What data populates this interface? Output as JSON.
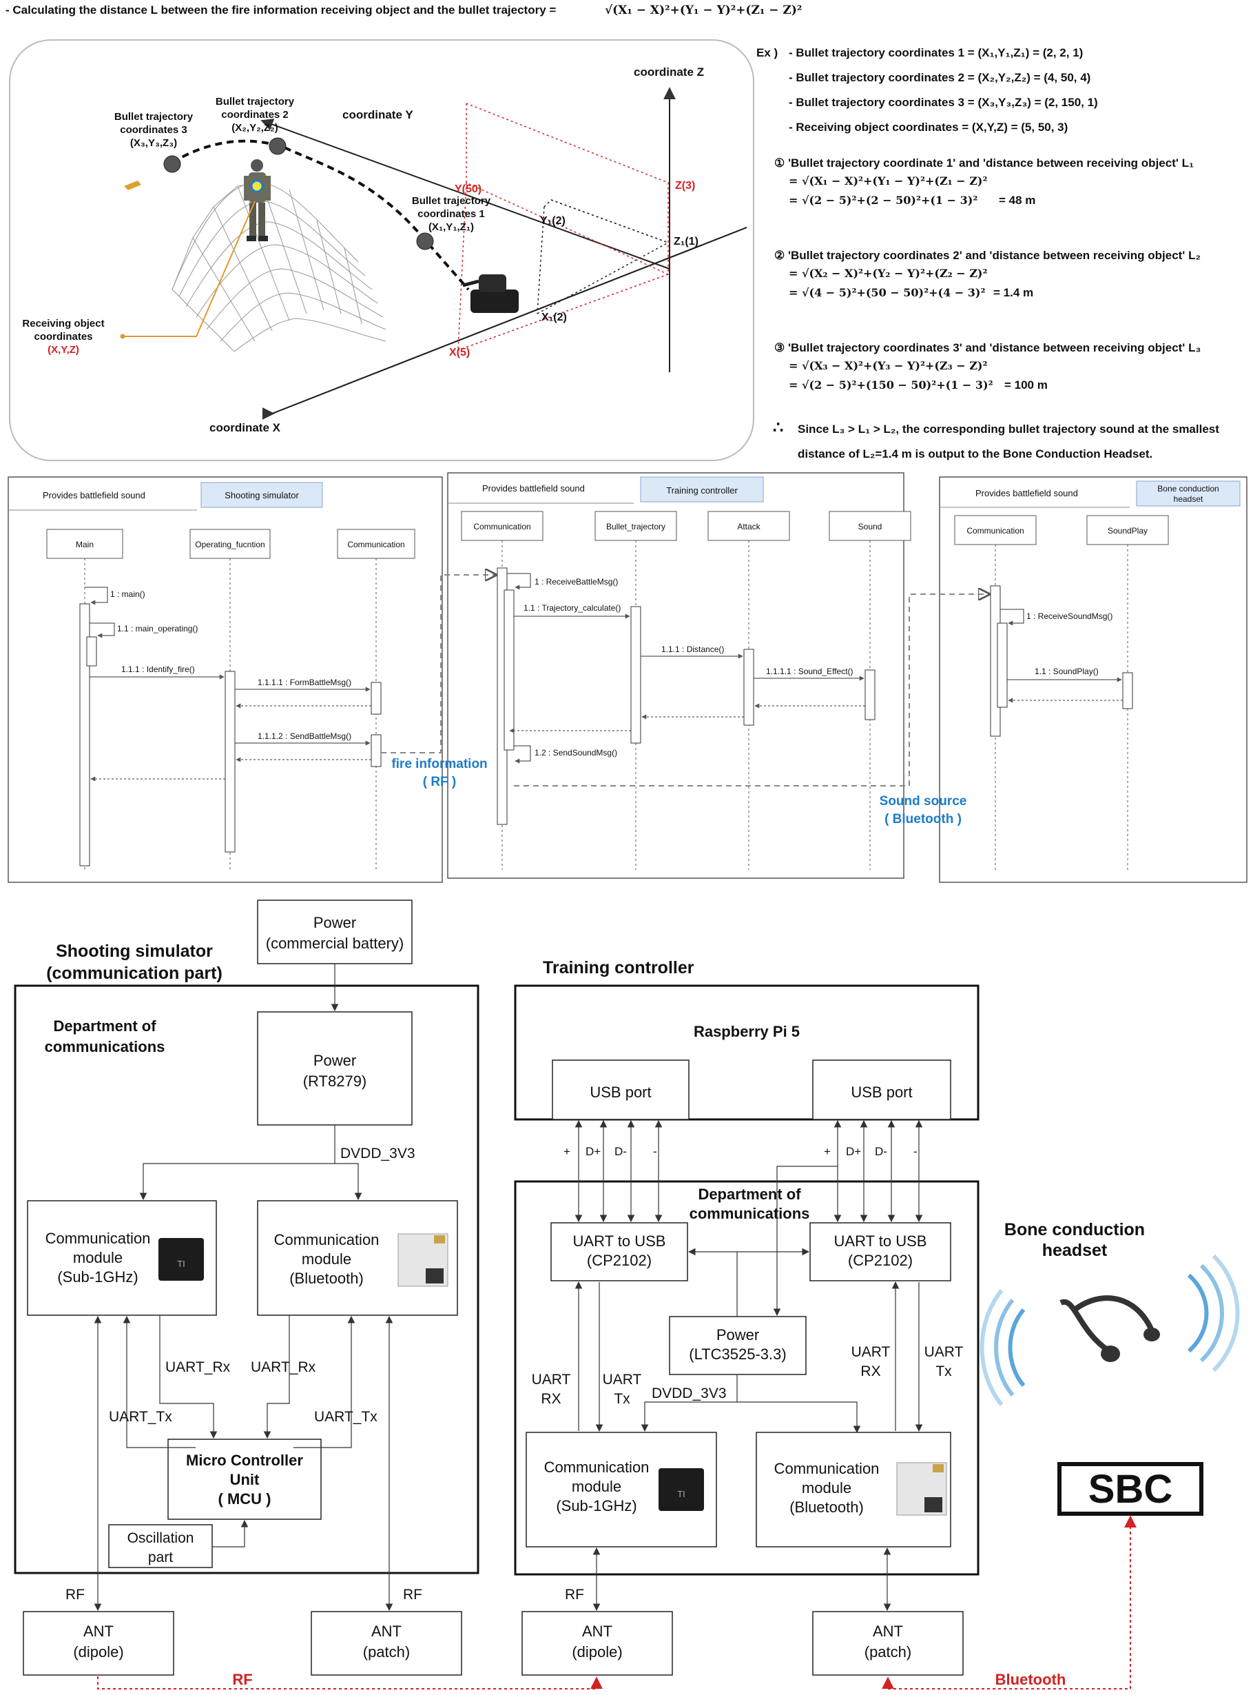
{
  "header": {
    "formula_prefix": "- Calculating the distance L between the fire information receiving object and the bullet trajectory =",
    "formula": "√(X₁ − X)²+(Y₁ − Y)²+(Z₁ − Z)²"
  },
  "scene": {
    "axis_z": "coordinate Z",
    "axis_y": "coordinate Y",
    "axis_x": "coordinate X",
    "bt3_l1": "Bullet trajectory",
    "bt3_l2": "coordinates 3",
    "bt3_l3": "(X₃,Y₃,Z₃)",
    "bt2_l1": "Bullet trajectory",
    "bt2_l2": "coordinates 2",
    "bt2_l3": "(X₂,Y₂,Z₂)",
    "bt1_l1": "Bullet trajectory",
    "bt1_l2": "coordinates 1",
    "bt1_l3": "(X₁,Y₁,Z₁)",
    "recv_l1": "Receiving object",
    "recv_l2": "coordinates",
    "recv_l3": "(X,Y,Z)",
    "y50": "Y(50)",
    "z3": "Z(3)",
    "x5": "X(5)",
    "y1": "Y₁(2)",
    "z1": "Z₁(1)",
    "x1": "X₁(2)"
  },
  "example": {
    "ex": "Ex )",
    "line1": "- Bullet trajectory coordinates  1 = (X₁,Y₁,Z₁) = (2, 2, 1)",
    "line2": "- Bullet trajectory coordinates  2 = (X₂,Y₂,Z₂) = (4, 50, 4)",
    "line3": "- Bullet trajectory coordinates  3 = (X₃,Y₃,Z₃) = (2, 150, 1)",
    "line4": "- Receiving object coordinates = (X,Y,Z) = (5, 50, 3)",
    "c1_title": "① 'Bullet trajectory coordinate 1' and 'distance between receiving object' L₁",
    "c1_f1": "= √(X₁ − X)²+(Y₁ − Y)²+(Z₁ − Z)²",
    "c1_f2": "= √(2 − 5)²+(2 − 50)²+(1 − 3)²",
    "c1_res": "= 48 m",
    "c2_title": "② 'Bullet trajectory coordinates 2' and 'distance between receiving object' L₂",
    "c2_f1": "= √(X₂ − X)²+(Y₂ − Y)²+(Z₂ − Z)²",
    "c2_f2": "= √(4 − 5)²+(50 − 50)²+(4 − 3)²",
    "c2_res": "= 1.4 m",
    "c3_title": "③ 'Bullet trajectory coordinates 3' and 'distance between receiving object' L₃",
    "c3_f1": "= √(X₃ − X)²+(Y₃ − Y)²+(Z₃ − Z)²",
    "c3_f2": "= √(2 − 5)²+(150 − 50)²+(1 − 3)²",
    "c3_res": "= 100 m",
    "therefore": "∴",
    "conc1": "Since L₃ > L₁ > L₂, the corresponding bullet trajectory sound at the smallest",
    "conc2": "distance of L₂=1.4 m is output to the Bone Conduction Headset."
  },
  "sequence": {
    "p1_title": "Provides battlefield sound",
    "p1_tag": "Shooting simulator",
    "p1_main": "Main",
    "p1_op": "Operating_fucntion",
    "p1_comm": "Communication",
    "m_main": "1 : main()",
    "m_main_op": "1.1 : main_operating()",
    "m_identify": "1.1.1 : Identify_fire()",
    "m_form": "1.1.1.1 : FormBattleMsg()",
    "m_send": "1.1.1.2 : SendBattleMsg()",
    "fire_l1": "fire information",
    "fire_l2": "( RF )",
    "p2_title": "Provides battlefield sound",
    "p2_tag": "Training controller",
    "p2_comm": "Communication",
    "p2_bullet": "Bullet_trajectory",
    "p2_attack": "Attack",
    "p2_sound": "Sound",
    "m_receive": "1 : ReceiveBattleMsg()",
    "m_traj": "1.1 : Trajectory_calculate()",
    "m_dist": "1.1.1 : Distance()",
    "m_effect": "1.1.1.1 : Sound_Effect()",
    "m_sendsound": "1.2 : SendSoundMsg()",
    "sound_l1": "Sound source",
    "sound_l2": "( Bluetooth )",
    "p3_title": "Provides battlefield sound",
    "p3_tag_l1": "Bone conduction",
    "p3_tag_l2": "headset",
    "p3_comm": "Communication",
    "p3_play": "SoundPlay",
    "m_recvsound": "1 : ReceiveSoundMsg()",
    "m_soundplay": "1.1 : SoundPlay()"
  },
  "block": {
    "power_top_l1": "Power",
    "power_top_l2": "(commercial battery)",
    "sim_title_l1": "Shooting simulator",
    "sim_title_l2": "(communication part)",
    "dept_l1": "Department of",
    "dept_l2": "communications",
    "rt_l1": "Power",
    "rt_l2": "(RT8279)",
    "dvdd": "DVDD_3V3",
    "cm_sub_l1": "Communication",
    "cm_sub_l2": "module",
    "cm_sub_l3": "(Sub-1GHz)",
    "cm_bt_l1": "Communication",
    "cm_bt_l2": "module",
    "cm_bt_l3": "(Bluetooth)",
    "uart_rx": "UART_Rx",
    "uart_tx": "UART_Tx",
    "mcu_l1": "Micro Controller",
    "mcu_l2": "Unit",
    "mcu_l3": "( MCU )",
    "osc_l1": "Oscillation",
    "osc_l2": "part",
    "rf": "RF",
    "ant_l1": "ANT",
    "ant_dipole": "(dipole)",
    "ant_patch": "(patch)",
    "tc_title": "Training controller",
    "rpi": "Raspberry Pi 5",
    "usb_port": "USB port",
    "plus": "+",
    "dplus": "D+",
    "dminus": "D-",
    "minus": "-",
    "dept2_l1": "Department of",
    "dept2_l2": "communications",
    "u2u_l1": "UART to USB",
    "u2u_l2": "(CP2102)",
    "ltc_l1": "Power",
    "ltc_l2": "(LTC3525-3.3)",
    "uart": "UART",
    "rx": "RX",
    "tx": "Tx",
    "headset_l1": "Bone conduction",
    "headset_l2": "headset",
    "sbc": "SBC",
    "rf_link": "RF",
    "bt_link": "Bluetooth"
  }
}
